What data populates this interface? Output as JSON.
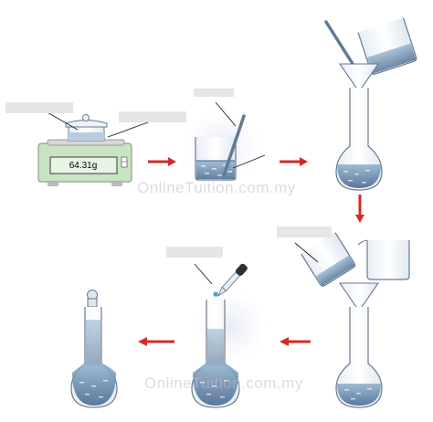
{
  "scale": {
    "reading": "64.31g"
  },
  "watermark": {
    "text_top": "OnlineTuition.com.my",
    "text_bottom": "OnlineTuition.com.my"
  },
  "colors": {
    "arrow": "#d42a27",
    "glass_outline": "#6a7a90",
    "liquid": "#4f6f95",
    "liquid_light": "#bfd3e6",
    "scale_body": "#c8e3c0",
    "label_blank": "#e6e6e6"
  },
  "steps": [
    "weigh-solute",
    "dissolve-in-beaker",
    "transfer-to-flask",
    "rinse-beaker",
    "top-up-with-dropper",
    "stopper-and-mix"
  ]
}
